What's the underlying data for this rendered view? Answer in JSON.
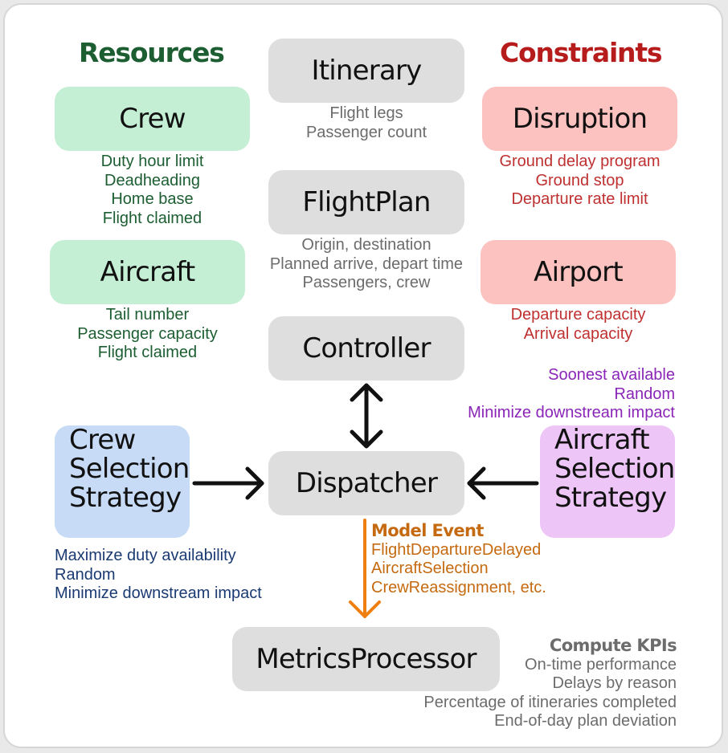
{
  "headings": {
    "resources": "Resources",
    "constraints": "Constraints"
  },
  "colors": {
    "resources": "#1c5e32",
    "constraints": "#b71c1c",
    "model_event": "#c56a10",
    "aircraft_strategy": "#8a25b8",
    "crew_strategy": "#1a3a72",
    "kpis": "#6c6c6c"
  },
  "itinerary": {
    "label": "Itinerary",
    "details": [
      "Flight legs",
      "Passenger count"
    ]
  },
  "flightplan": {
    "label": "FlightPlan",
    "details": [
      "Origin, destination",
      "Planned arrive, depart time",
      "Passengers, crew"
    ]
  },
  "controller": {
    "label": "Controller"
  },
  "dispatcher": {
    "label": "Dispatcher"
  },
  "metrics": {
    "label": "MetricsProcessor"
  },
  "crew": {
    "label": "Crew",
    "details": [
      "Duty hour limit",
      "Deadheading",
      "Home base",
      "Flight claimed"
    ]
  },
  "aircraft": {
    "label": "Aircraft",
    "details": [
      "Tail number",
      "Passenger capacity",
      "Flight claimed"
    ]
  },
  "disruption": {
    "label": "Disruption",
    "details": [
      "Ground delay program",
      "Ground stop",
      "Departure rate limit"
    ]
  },
  "airport": {
    "label": "Airport",
    "details": [
      "Departure capacity",
      "Arrival capacity"
    ]
  },
  "aircraft_strategy": {
    "label_lines": [
      "Aircraft",
      "Selection",
      "Strategy"
    ],
    "options": [
      "Soonest available",
      "Random",
      "Minimize downstream impact"
    ]
  },
  "crew_strategy": {
    "label_lines": [
      "Crew",
      "Selection",
      "Strategy"
    ],
    "options": [
      "Maximize duty availability",
      "Random",
      "Minimize downstream impact"
    ]
  },
  "model_event": {
    "title": "Model Event",
    "items": [
      "FlightDepartureDelayed",
      "AircraftSelection",
      "CrewReassignment, etc."
    ]
  },
  "kpis": {
    "title": "Compute KPIs",
    "items": [
      "On-time performance",
      "Delays by reason",
      "Percentage of itineraries completed",
      "End-of-day plan deviation"
    ]
  },
  "icons": {
    "controller_dispatcher": "double-arrow-icon",
    "crew_to_dispatcher": "arrow-right-icon",
    "aircraft_to_dispatcher": "arrow-left-icon",
    "dispatcher_to_metrics": "arrow-down-icon"
  }
}
